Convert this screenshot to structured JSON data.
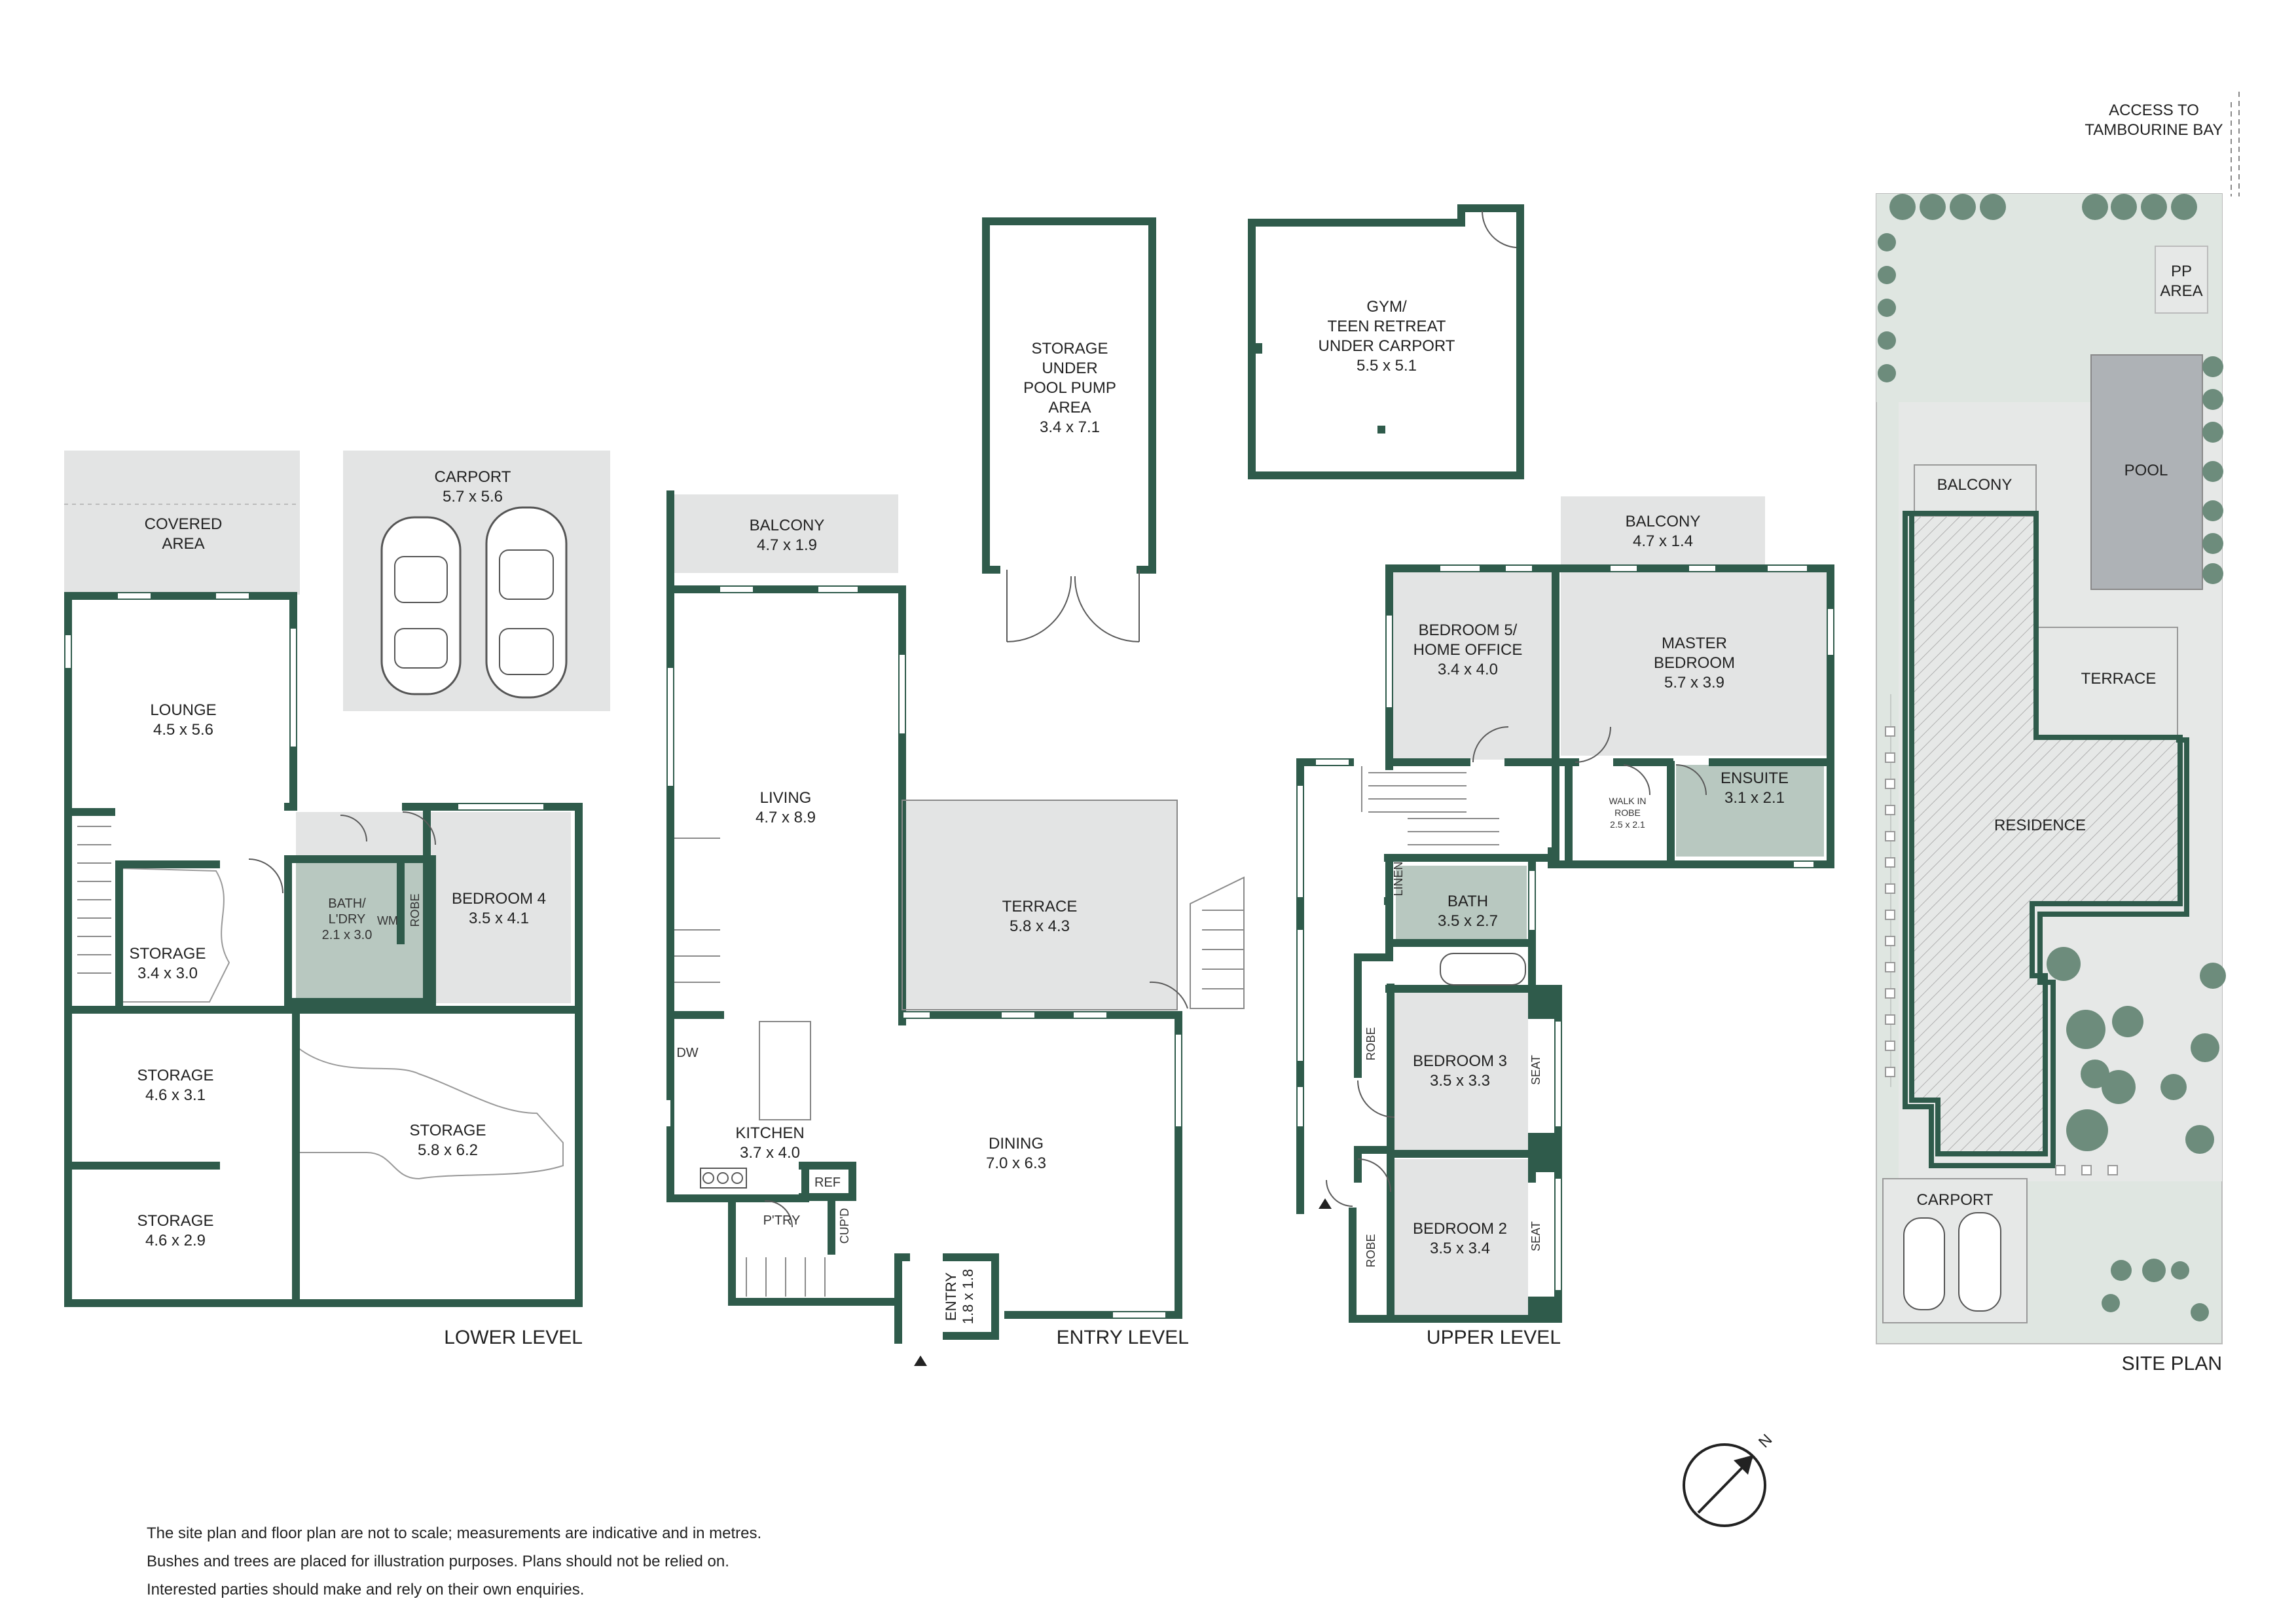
{
  "levels": {
    "lower": "LOWER LEVEL",
    "entry": "ENTRY LEVEL",
    "upper": "UPPER LEVEL",
    "site": "SITE PLAN"
  },
  "lower_rooms": {
    "covered_area": [
      "COVERED",
      "AREA"
    ],
    "carport": [
      "CARPORT",
      "5.7 x 5.6"
    ],
    "lounge": [
      "LOUNGE",
      "4.5 x 5.6"
    ],
    "bedroom4": [
      "BEDROOM 4",
      "3.5 x 4.1"
    ],
    "bath_ldry": [
      "BATH/",
      "L'DRY",
      "2.1 x 3.0"
    ],
    "wm": "WM",
    "robe": "ROBE",
    "storage1": [
      "STORAGE",
      "3.4 x 3.0"
    ],
    "storage2": [
      "STORAGE",
      "4.6 x 3.1"
    ],
    "storage3": [
      "STORAGE",
      "5.8 x 6.2"
    ],
    "storage4": [
      "STORAGE",
      "4.6 x 2.9"
    ]
  },
  "entry_rooms": {
    "balcony": [
      "BALCONY",
      "4.7 x 1.9"
    ],
    "storage_pool": [
      "STORAGE",
      "UNDER",
      "POOL PUMP",
      "AREA",
      "3.4 x 7.1"
    ],
    "living": [
      "LIVING",
      "4.7 x 8.9"
    ],
    "terrace": [
      "TERRACE",
      "5.8 x 4.3"
    ],
    "kitchen": [
      "KITCHEN",
      "3.7 x 4.0"
    ],
    "dining": [
      "DINING",
      "7.0 x 6.3"
    ],
    "dw": "DW",
    "ref": "REF",
    "ptry": "P'TRY",
    "cupd": "CUP'D",
    "entry": [
      "ENTRY",
      "1.8 x 1.8"
    ]
  },
  "upper_rooms": {
    "gym": [
      "GYM/",
      "TEEN RETREAT",
      "UNDER CARPORT",
      "5.5 x 5.1"
    ],
    "balcony": [
      "BALCONY",
      "4.7 x 1.4"
    ],
    "bedroom5": [
      "BEDROOM 5/",
      "HOME OFFICE",
      "3.4 x 4.0"
    ],
    "master": [
      "MASTER",
      "BEDROOM",
      "5.7 x 3.9"
    ],
    "ensuite": [
      "ENSUITE",
      "3.1 x 2.1"
    ],
    "wir": [
      "WALK IN",
      "ROBE",
      "2.5 x 2.1"
    ],
    "linen": "LINEN",
    "bath": [
      "BATH",
      "3.5 x 2.7"
    ],
    "bedroom3": [
      "BEDROOM 3",
      "3.5 x 3.3"
    ],
    "bedroom2": [
      "BEDROOM 2",
      "3.5 x 3.4"
    ],
    "robe": "ROBE",
    "seat": "SEAT"
  },
  "site_labels": {
    "access": [
      "ACCESS TO",
      "TAMBOURINE BAY"
    ],
    "pp_area": [
      "PP",
      "AREA"
    ],
    "pool": "POOL",
    "balcony": "BALCONY",
    "terrace": "TERRACE",
    "residence": "RESIDENCE",
    "carport": "CARPORT"
  },
  "compass": {
    "north_label": "N"
  },
  "colors": {
    "wall": "#2f5b4b",
    "room_grey": "#e3e4e4",
    "wet_area": "#b8c8c0",
    "garden": "#dfe6e1",
    "tree": "#6d8c7c"
  },
  "disclaimer": [
    "The site plan and floor plan are not to scale; measurements are indicative and in metres.",
    "Bushes and trees are placed for illustration purposes. Plans should not be relied on.",
    "Interested parties should make and rely on their own enquiries."
  ]
}
